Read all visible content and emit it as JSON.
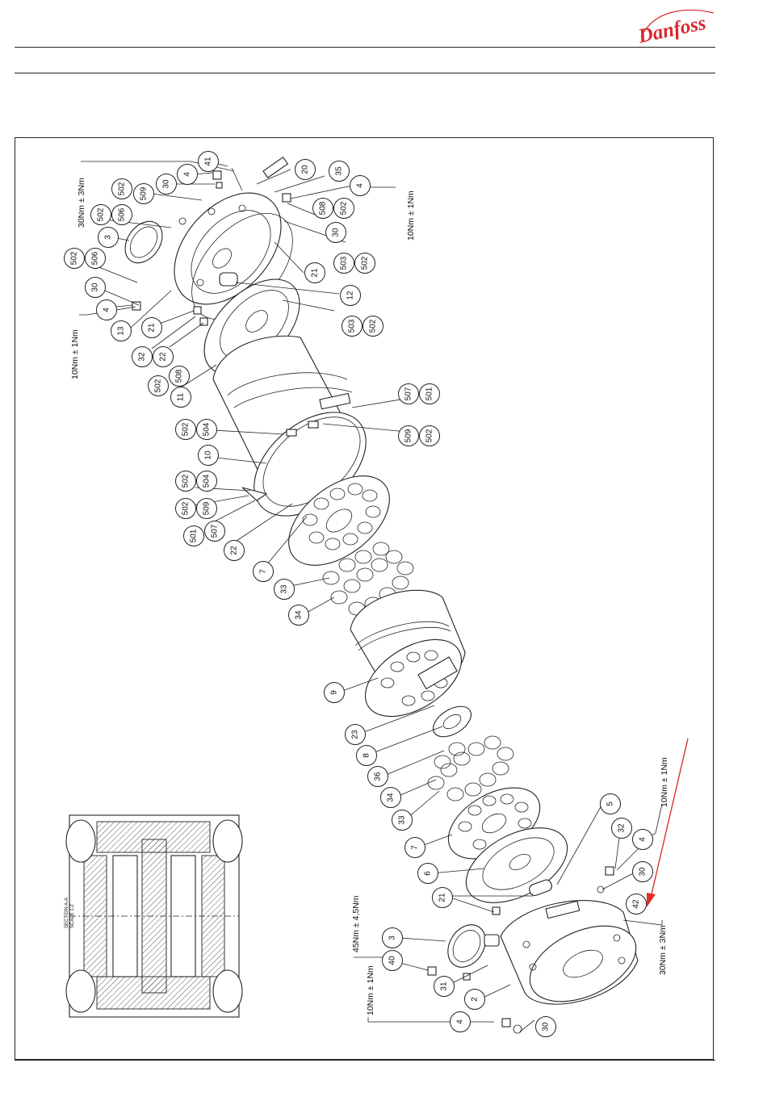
{
  "header": {
    "brand_logo_text": "Danfoss"
  },
  "section_view": {
    "label": "SECTION A-A",
    "scale": "SCALE 1:2"
  },
  "torque_specs": [
    {
      "id": "t1",
      "text": "30Nm ± 3Nm"
    },
    {
      "id": "t2",
      "text": "10Nm ± 1Nm"
    },
    {
      "id": "t3",
      "text": "10Nm ± 1Nm"
    },
    {
      "id": "t4",
      "text": "10Nm ± 1Nm"
    },
    {
      "id": "t5",
      "text": "45Nm ± 4,5Nm"
    },
    {
      "id": "t6",
      "text": "10Nm ± 1Nm"
    },
    {
      "id": "t7",
      "text": "30Nm ± 3Nm"
    }
  ],
  "balloons": [
    {
      "id": "b41",
      "text": "41"
    },
    {
      "id": "b4a",
      "text": "4"
    },
    {
      "id": "b30a",
      "text": "30"
    },
    {
      "id": "b509a",
      "text": "509"
    },
    {
      "id": "b502a",
      "text": "502"
    },
    {
      "id": "b502b",
      "text": "502"
    },
    {
      "id": "b506a",
      "text": "506"
    },
    {
      "id": "b3a",
      "text": "3"
    },
    {
      "id": "b20",
      "text": "20"
    },
    {
      "id": "b35",
      "text": "35"
    },
    {
      "id": "b4b",
      "text": "4"
    },
    {
      "id": "b508a",
      "text": "508"
    },
    {
      "id": "b502c",
      "text": "502"
    },
    {
      "id": "b30b",
      "text": "30"
    },
    {
      "id": "b503a",
      "text": "503"
    },
    {
      "id": "b502d",
      "text": "502"
    },
    {
      "id": "b21a",
      "text": "21"
    },
    {
      "id": "b12",
      "text": "12"
    },
    {
      "id": "b503b",
      "text": "503"
    },
    {
      "id": "b502e",
      "text": "502"
    },
    {
      "id": "b502f",
      "text": "502"
    },
    {
      "id": "b506b",
      "text": "506"
    },
    {
      "id": "b30c",
      "text": "30"
    },
    {
      "id": "b4c",
      "text": "4"
    },
    {
      "id": "b13",
      "text": "13"
    },
    {
      "id": "b21b",
      "text": "21"
    },
    {
      "id": "b32a",
      "text": "32"
    },
    {
      "id": "b22a",
      "text": "22"
    },
    {
      "id": "b502g",
      "text": "502"
    },
    {
      "id": "b508b",
      "text": "508"
    },
    {
      "id": "b11",
      "text": "11"
    },
    {
      "id": "b507a",
      "text": "507"
    },
    {
      "id": "b501a",
      "text": "501"
    },
    {
      "id": "b502h",
      "text": "502"
    },
    {
      "id": "b504a",
      "text": "504"
    },
    {
      "id": "b509b",
      "text": "509"
    },
    {
      "id": "b502i",
      "text": "502"
    },
    {
      "id": "b10",
      "text": "10"
    },
    {
      "id": "b502j",
      "text": "502"
    },
    {
      "id": "b504b",
      "text": "504"
    },
    {
      "id": "b502k",
      "text": "502"
    },
    {
      "id": "b509c",
      "text": "509"
    },
    {
      "id": "b501b",
      "text": "501"
    },
    {
      "id": "b507b",
      "text": "507"
    },
    {
      "id": "b22b",
      "text": "22"
    },
    {
      "id": "b7a",
      "text": "7"
    },
    {
      "id": "b33a",
      "text": "33"
    },
    {
      "id": "b34a",
      "text": "34"
    },
    {
      "id": "b9",
      "text": "9"
    },
    {
      "id": "b23",
      "text": "23"
    },
    {
      "id": "b8",
      "text": "8"
    },
    {
      "id": "b36",
      "text": "36"
    },
    {
      "id": "b34b",
      "text": "34"
    },
    {
      "id": "b33b",
      "text": "33"
    },
    {
      "id": "b7b",
      "text": "7"
    },
    {
      "id": "b5",
      "text": "5"
    },
    {
      "id": "b32b",
      "text": "32"
    },
    {
      "id": "b4d",
      "text": "4"
    },
    {
      "id": "b6",
      "text": "6"
    },
    {
      "id": "b30d",
      "text": "30"
    },
    {
      "id": "b21c",
      "text": "21"
    },
    {
      "id": "b42",
      "text": "42"
    },
    {
      "id": "b3b",
      "text": "3"
    },
    {
      "id": "b40",
      "text": "40"
    },
    {
      "id": "b31",
      "text": "31"
    },
    {
      "id": "b2",
      "text": "2"
    },
    {
      "id": "b4e",
      "text": "4"
    },
    {
      "id": "b30e",
      "text": "30"
    }
  ],
  "colors": {
    "logo_red": "#d7282f",
    "annotation_arrow": "#e0302a",
    "line": "#222222"
  }
}
